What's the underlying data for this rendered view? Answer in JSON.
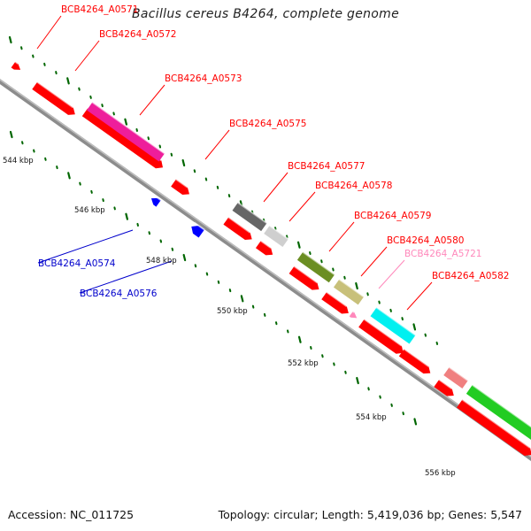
{
  "title": "Bacillus cereus B4264, complete genome",
  "footer": {
    "accession": "Accession: NC_011725",
    "summary": "Topology: circular; Length: 5,419,036 bp; Genes: 5,547"
  },
  "tick_labels": [
    "544 kbp",
    "546 kbp",
    "548 kbp",
    "550 kbp",
    "552 kbp",
    "554 kbp",
    "556 kbp"
  ],
  "gene_labels_forward": [
    {
      "text": "BCB4264_A0571",
      "color": "#ff0000"
    },
    {
      "text": "BCB4264_A0572",
      "color": "#ff0000"
    },
    {
      "text": "BCB4264_A0573",
      "color": "#ff0000"
    },
    {
      "text": "BCB4264_A0575",
      "color": "#ff0000"
    },
    {
      "text": "BCB4264_A0577",
      "color": "#ff0000"
    },
    {
      "text": "BCB4264_A0578",
      "color": "#ff0000"
    },
    {
      "text": "BCB4264_A0579",
      "color": "#ff0000"
    },
    {
      "text": "BCB4264_A0580",
      "color": "#ff0000"
    },
    {
      "text": "BCB4264_A5721",
      "color": "#ff88bb"
    },
    {
      "text": "BCB4264_A0582",
      "color": "#ff0000"
    }
  ],
  "gene_labels_reverse": [
    {
      "text": "BCB4264_A0574",
      "color": "#0000cc"
    },
    {
      "text": "BCB4264_A0576",
      "color": "#0000cc"
    }
  ],
  "colors": {
    "backbone": "#8c8c8c",
    "cds_forward": "#ff0000",
    "cds_reverse": "#0000ff",
    "tick": "#006600"
  }
}
